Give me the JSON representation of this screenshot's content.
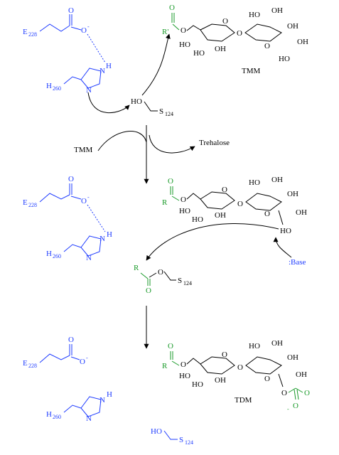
{
  "labels": {
    "e228": "E",
    "e228_sub": "228",
    "h260": "H",
    "h260_sub": "260",
    "s124": "S",
    "s124_sub": "124",
    "o": "O",
    "o_minus": "O",
    "minus": "-",
    "h": "H",
    "n": "N",
    "oh": "OH",
    "ho": "HO",
    "r": "R",
    "r_prime": "R'",
    "tmm": "TMM",
    "tdm": "TDM",
    "trehalose": "Trehalose",
    "base": ":Base"
  },
  "colors": {
    "enzyme": "#1f3cff",
    "acyl": "#1a9a2a",
    "sugar": "#000000"
  }
}
